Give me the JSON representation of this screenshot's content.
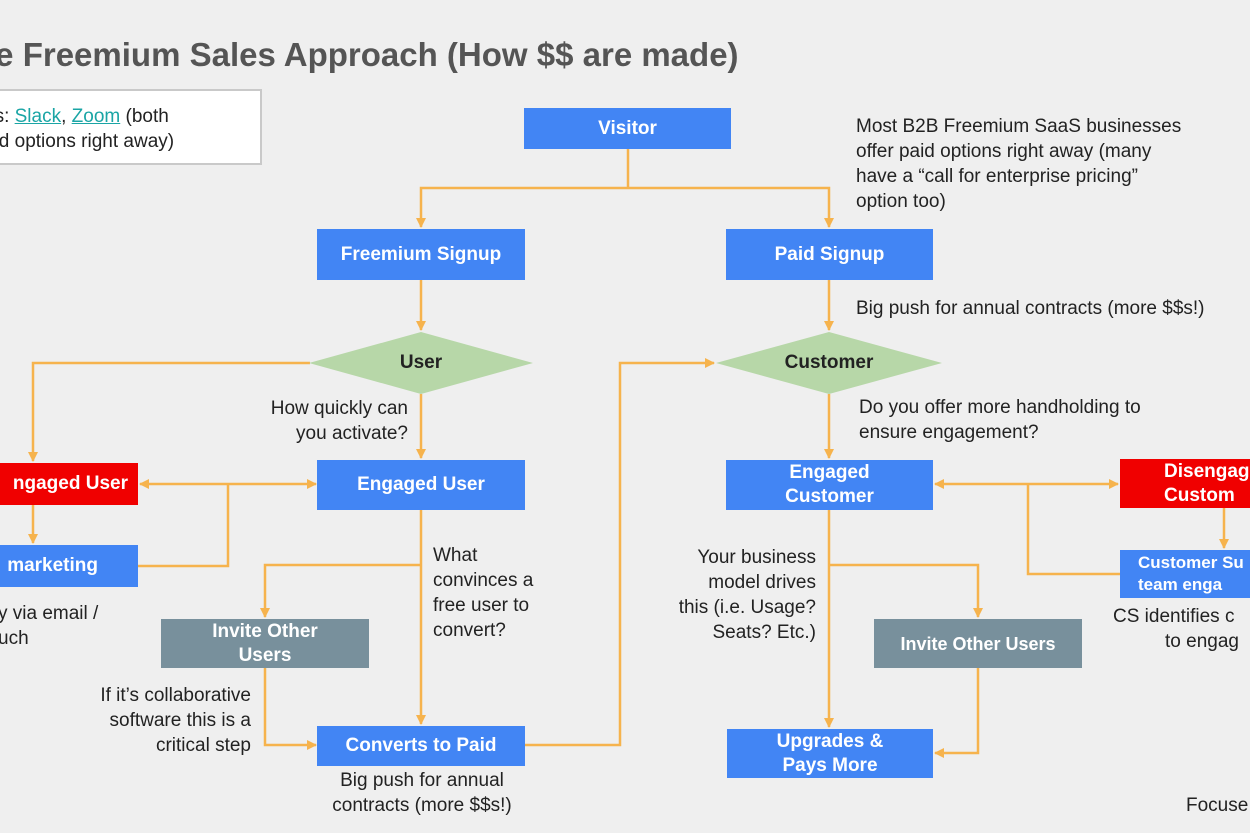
{
  "title": "le Freemium Sales Approach (How $$ are made)",
  "examples": {
    "prefix": "es: ",
    "link1": "Slack",
    "sep": ", ",
    "link2": "Zoom",
    "suffix": " (both",
    "line2": "aid options right away)"
  },
  "nodes": {
    "visitor": "Visitor",
    "freemium_signup": "Freemium Signup",
    "paid_signup": "Paid Signup",
    "user": "User",
    "customer": "Customer",
    "engaged_user": "Engaged User",
    "disengaged_user": "ngaged User",
    "marketing": "marketing",
    "invite_other_users_left": "Invite Other Users",
    "converts_to_paid": "Converts to Paid",
    "engaged_customer": "Engaged Customer",
    "disengaged_customer": "Disengag Custom",
    "customer_success": "Customer Su team enga",
    "invite_other_users_right": "Invite Other Users",
    "upgrades_pays_more": "Upgrades & Pays More"
  },
  "notes": {
    "b2b_1": "Most B2B Freemium SaaS businesses",
    "b2b_2": "offer paid options right away (many",
    "b2b_3": "have a “call for enterprise pricing”",
    "b2b_4": "option too)",
    "big_push_right": "Big push for annual contracts (more $$s!)",
    "activate_1": "How quickly can",
    "activate_2": "you activate?",
    "handholding_1": "Do you offer more handholding to",
    "handholding_2": "ensure engagement?",
    "convince_1": "What",
    "convince_2": "convinces a",
    "convince_3": "free user to",
    "convince_4": "convert?",
    "model_1": "Your business",
    "model_2": "model drives",
    "model_3": "this (i.e. Usage?",
    "model_4": "Seats? Etc.)",
    "email_1": "y via email /",
    "email_2": "uch",
    "collab_1": "If it’s collaborative",
    "collab_2": "software this is a",
    "collab_3": "critical step",
    "big_push_bottom_1": "Big push for annual",
    "big_push_bottom_2": "contracts (more $$s!)",
    "cs_1": "CS identifies c",
    "cs_2": "to engag",
    "focused": "Focuse"
  },
  "colors": {
    "blue": "#4285f4",
    "red": "#f00000",
    "gray": "#78909c",
    "diamond": "#b7d7a8",
    "arrow": "#f6b34d"
  }
}
